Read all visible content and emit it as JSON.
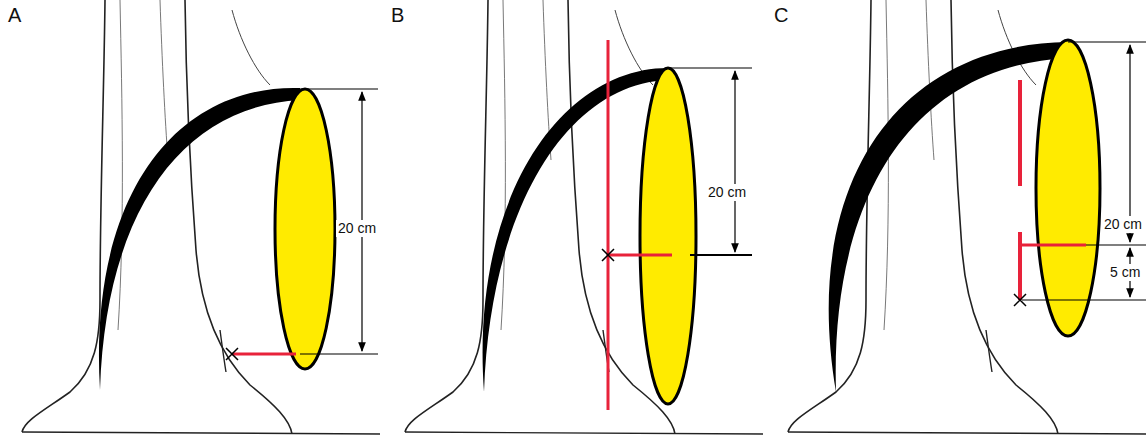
{
  "diagram": {
    "labels": [
      "A",
      "B",
      "C",
      "20 cm",
      "20 cm",
      "20 cm",
      "5 cm"
    ]
  }
}
